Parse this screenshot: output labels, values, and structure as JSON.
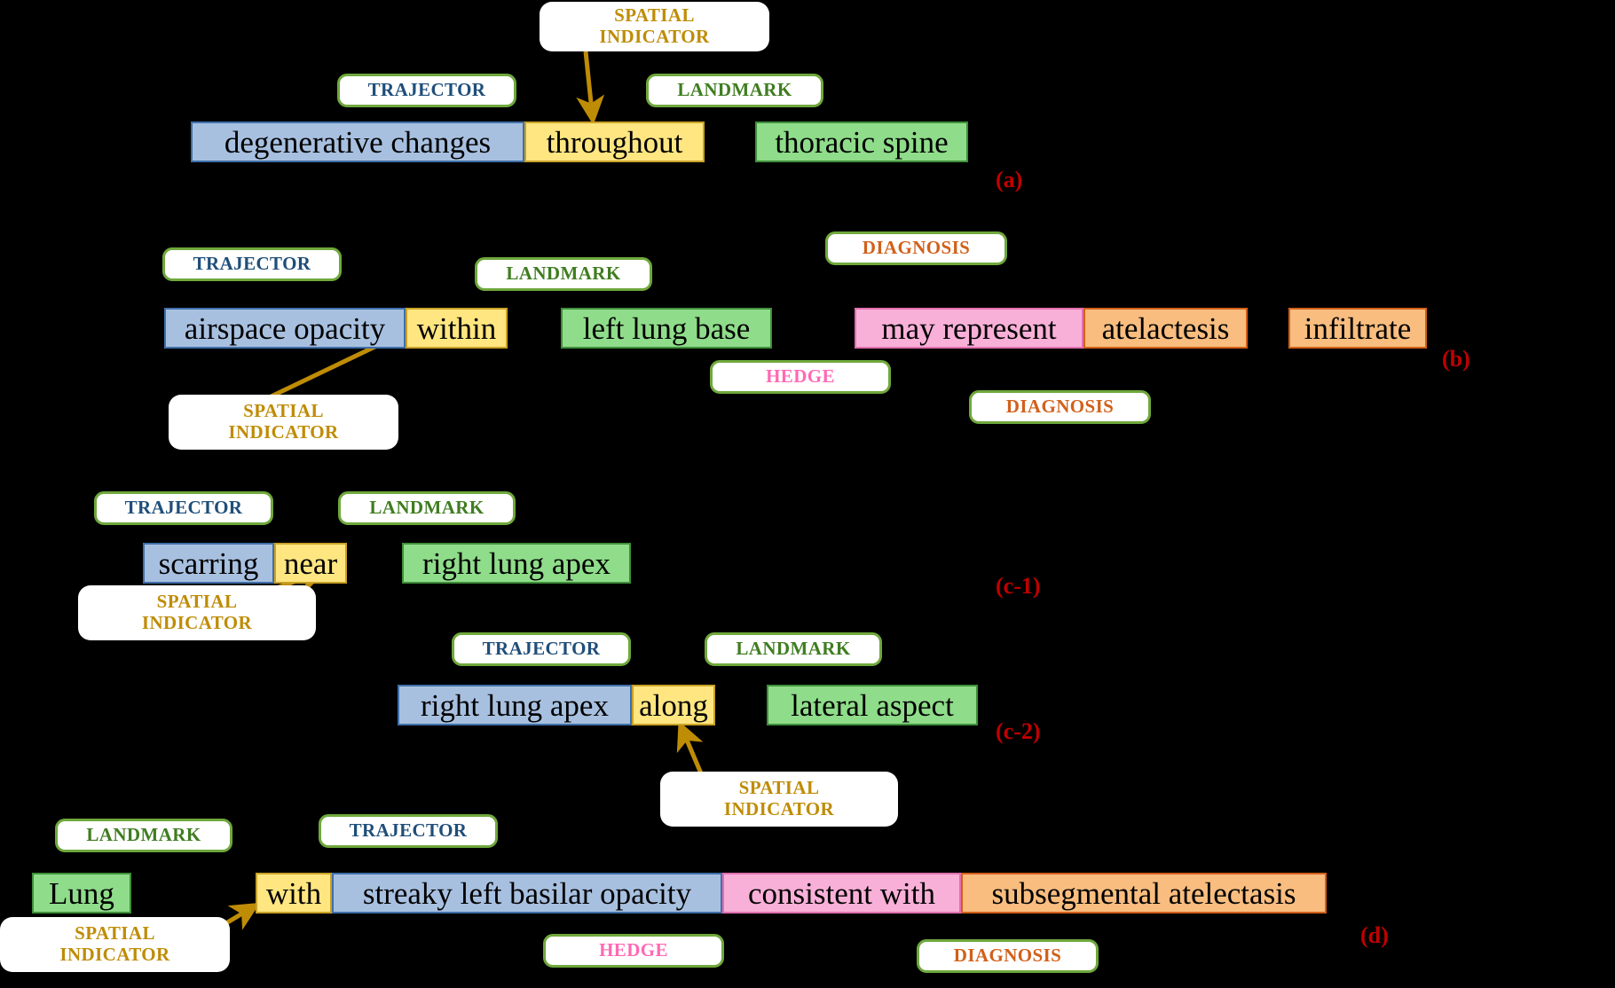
{
  "figure": {
    "background": "#000000",
    "colors": {
      "trajector_fill": "#a8c0e0",
      "trajector_text": "#1f4e79",
      "landmark_fill": "#8fdc8a",
      "landmark_text": "#3f7d20",
      "spatial_fill": "#ffe680",
      "spatial_text": "#bf8c06",
      "hedge_fill": "#f9b0d8",
      "hedge_text": "#ff69b4",
      "diagnosis_fill": "#f8bd7f",
      "diagnosis_text": "#d2601a",
      "pill_border": "#6fa83c",
      "caption_text": "#c00000",
      "arrow": "#bf8c06"
    },
    "label_names": {
      "trajector": "TRAJECTOR",
      "landmark": "LANDMARK",
      "spatial_indicator_line1": "SPATIAL",
      "spatial_indicator_line2": "INDICATOR",
      "hedge": "HEDGE",
      "diagnosis": "DIAGNOSIS"
    }
  },
  "examples": [
    {
      "id": "a",
      "caption": "(a)",
      "labels": [
        {
          "kind": "trajector",
          "text": "TRAJECTOR"
        },
        {
          "kind": "landmark",
          "text": "LANDMARK"
        },
        {
          "kind": "spatial",
          "text": "SPATIAL\nINDICATOR"
        }
      ],
      "tokens": [
        {
          "kind": "trajector",
          "text": "degenerative  changes"
        },
        {
          "kind": "spatial",
          "text": "throughout"
        },
        {
          "kind": "landmark",
          "text": "thoracic spine"
        }
      ]
    },
    {
      "id": "b",
      "caption": "(b)",
      "labels": [
        {
          "kind": "trajector",
          "text": "TRAJECTOR"
        },
        {
          "kind": "landmark",
          "text": "LANDMARK"
        },
        {
          "kind": "diagnosis",
          "text": "DIAGNOSIS"
        },
        {
          "kind": "spatial",
          "text": "SPATIAL\nINDICATOR"
        },
        {
          "kind": "hedge",
          "text": "HEDGE"
        },
        {
          "kind": "diagnosis",
          "text": "DIAGNOSIS"
        }
      ],
      "tokens": [
        {
          "kind": "trajector",
          "text": "airspace opacity"
        },
        {
          "kind": "spatial",
          "text": "within"
        },
        {
          "kind": "landmark",
          "text": "left lung base"
        },
        {
          "kind": "hedge",
          "text": "may represent"
        },
        {
          "kind": "diagnosis",
          "text": "atelactesis"
        },
        {
          "kind": "diagnosis",
          "text": "infiltrate"
        }
      ]
    },
    {
      "id": "c1",
      "caption": "(c-1)",
      "labels": [
        {
          "kind": "trajector",
          "text": "TRAJECTOR"
        },
        {
          "kind": "landmark",
          "text": "LANDMARK"
        },
        {
          "kind": "spatial",
          "text": "SPATIAL\nINDICATOR"
        }
      ],
      "tokens": [
        {
          "kind": "trajector",
          "text": "scarring"
        },
        {
          "kind": "spatial",
          "text": "near"
        },
        {
          "kind": "landmark",
          "text": "right lung apex"
        }
      ]
    },
    {
      "id": "c2",
      "caption": "(c-2)",
      "labels": [
        {
          "kind": "trajector",
          "text": "TRAJECTOR"
        },
        {
          "kind": "landmark",
          "text": "LANDMARK"
        },
        {
          "kind": "spatial",
          "text": "SPATIAL\nINDICATOR"
        }
      ],
      "tokens": [
        {
          "kind": "trajector",
          "text": "right lung apex"
        },
        {
          "kind": "spatial",
          "text": "along"
        },
        {
          "kind": "landmark",
          "text": "lateral aspect"
        }
      ]
    },
    {
      "id": "d",
      "caption": "(d)",
      "labels": [
        {
          "kind": "landmark",
          "text": "LANDMARK"
        },
        {
          "kind": "trajector",
          "text": "TRAJECTOR"
        },
        {
          "kind": "spatial",
          "text": "SPATIAL\nINDICATOR"
        },
        {
          "kind": "hedge",
          "text": "HEDGE"
        },
        {
          "kind": "diagnosis",
          "text": "DIAGNOSIS"
        }
      ],
      "tokens": [
        {
          "kind": "landmark",
          "text": "Lung"
        },
        {
          "kind": "spatial",
          "text": "with"
        },
        {
          "kind": "trajector",
          "text": "streaky left basilar opacity"
        },
        {
          "kind": "hedge",
          "text": "consistent  with"
        },
        {
          "kind": "diagnosis",
          "text": "subsegmental atelectasis"
        }
      ]
    }
  ],
  "a": {
    "spatial_l1": "SPATIAL",
    "spatial_l2": "INDICATOR",
    "trajector": "TRAJECTOR",
    "landmark": "LANDMARK",
    "tok_traj": "degenerative  changes",
    "tok_spat": "throughout",
    "tok_land": "thoracic spine",
    "caption": "(a)"
  },
  "b": {
    "trajector": "TRAJECTOR",
    "landmark": "LANDMARK",
    "diagnosis1": "DIAGNOSIS",
    "diagnosis2": "DIAGNOSIS",
    "hedge": "HEDGE",
    "spatial_l1": "SPATIAL",
    "spatial_l2": "INDICATOR",
    "tok_traj": "airspace opacity",
    "tok_spat": "within",
    "tok_land": "left lung base",
    "tok_hedge": "may represent",
    "tok_diag1": "atelactesis",
    "tok_diag2": "infiltrate",
    "caption": "(b)"
  },
  "c1": {
    "trajector": "TRAJECTOR",
    "landmark": "LANDMARK",
    "spatial_l1": "SPATIAL",
    "spatial_l2": "INDICATOR",
    "tok_traj": "scarring",
    "tok_spat": "near",
    "tok_land": "right lung apex",
    "caption": "(c-1)"
  },
  "c2": {
    "trajector": "TRAJECTOR",
    "landmark": "LANDMARK",
    "spatial_l1": "SPATIAL",
    "spatial_l2": "INDICATOR",
    "tok_traj": "right lung apex",
    "tok_spat": "along",
    "tok_land": "lateral aspect",
    "caption": "(c-2)"
  },
  "d": {
    "landmark": "LANDMARK",
    "trajector": "TRAJECTOR",
    "spatial_l1": "SPATIAL",
    "spatial_l2": "INDICATOR",
    "hedge": "HEDGE",
    "diagnosis": "DIAGNOSIS",
    "tok_land": "Lung",
    "tok_spat": "with",
    "tok_traj": "streaky left basilar opacity",
    "tok_hedge": "consistent  with",
    "tok_diag": "subsegmental atelectasis",
    "caption": "(d)"
  }
}
